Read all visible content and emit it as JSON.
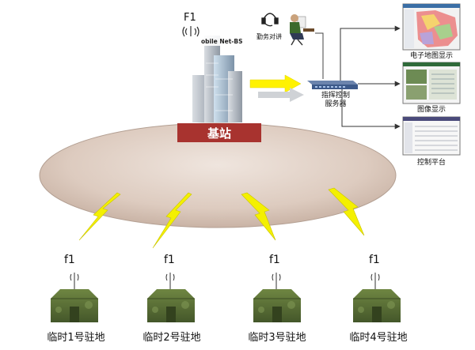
{
  "base_station": {
    "freq_label": "F1",
    "building_sign": "obile Net-BS",
    "name": "基站"
  },
  "operator": {
    "label": "勤务对讲"
  },
  "server": {
    "label_line1": "指挥控制",
    "label_line2": "服务器"
  },
  "displays": [
    {
      "label": "电子地图显示"
    },
    {
      "label": "图像显示"
    },
    {
      "label": "控制平台"
    }
  ],
  "camps": [
    {
      "freq": "f1",
      "label": "临时1号驻地"
    },
    {
      "freq": "f1",
      "label": "临时2号驻地"
    },
    {
      "freq": "f1",
      "label": "临时3号驻地"
    },
    {
      "freq": "f1",
      "label": "临时4号驻地"
    }
  ],
  "colors": {
    "coverage_ellipse": "#d9c8bc",
    "station_label_bg": "#a8332f",
    "bolt_yellow": "#f4f000",
    "arrow_yellow": "#fff200",
    "tent_green": "#556b30",
    "server_blue": "#3d5a8a"
  }
}
